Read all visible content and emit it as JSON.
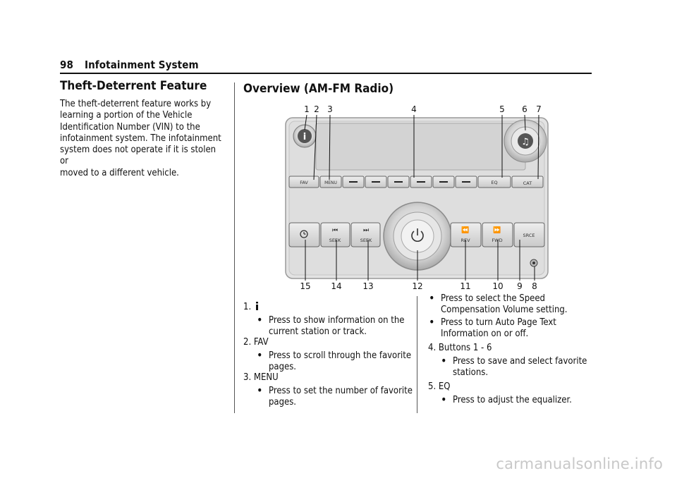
{
  "header": {
    "page_number": "98",
    "title": "Infotainment System"
  },
  "left": {
    "heading": "Theft-Deterrent Feature",
    "lines": [
      "The theft-deterrent feature works by",
      "learning a portion of the Vehicle",
      "Identification Number (VIN) to the",
      "infotainment system. The infotainment",
      "system does not operate if it is stolen or",
      "moved to a different vehicle."
    ]
  },
  "right": {
    "heading": "Overview (AM-FM Radio)"
  },
  "figure": {
    "callouts_top": [
      "1",
      "2",
      "3",
      "4",
      "5",
      "6",
      "7"
    ],
    "callouts_bottom": [
      "15",
      "14",
      "13",
      "12",
      "11",
      "10",
      "9",
      "8"
    ],
    "buttons": {
      "fav": "FAV",
      "menu": "MENU",
      "eq": "EQ",
      "cat": "CAT",
      "seek": "SEEK",
      "rev": "REV",
      "fwd": "FWD",
      "srce": "SRCE"
    }
  },
  "list_col1": [
    {
      "number": "1.",
      "label": "",
      "icon": "info-icon",
      "bullets": [
        [
          "Press to show information on the",
          "current station or track."
        ]
      ]
    },
    {
      "number": "2.",
      "label": "FAV",
      "bullets": [
        [
          "Press to scroll through the favorite",
          "pages."
        ]
      ]
    },
    {
      "number": "3.",
      "label": "MENU",
      "bullets": [
        [
          "Press to set the number of favorite",
          "pages."
        ]
      ]
    }
  ],
  "list_col2": {
    "cont_bullets": [
      [
        "Press to select the Speed",
        "Compensation Volume setting."
      ],
      [
        "Press to turn Auto Page Text",
        "Information on or off."
      ]
    ],
    "items": [
      {
        "number": "4.",
        "label": "Buttons 1 - 6",
        "bullets": [
          [
            "Press to save and select favorite",
            "stations."
          ]
        ]
      },
      {
        "number": "5.",
        "label": "EQ",
        "bullets": [
          [
            "Press to adjust the equalizer."
          ]
        ]
      }
    ]
  },
  "watermark": "carmanualsonline.info"
}
